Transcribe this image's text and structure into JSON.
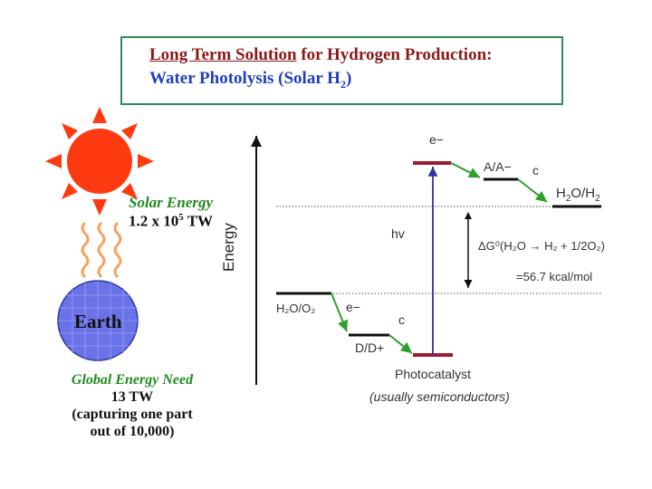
{
  "title": {
    "line1_underlined": "Long Term Solution",
    "line1_rest": " for Hydrogen Production:",
    "line2_main": "Water Photolysis (Solar H",
    "line2_sub": "2",
    "line2_end": ")"
  },
  "sun": {
    "label_line1": "Solar Energy",
    "label_line2_prefix": "1.2 x 10",
    "label_line2_exp": "5",
    "label_line2_suffix": "  TW"
  },
  "earth": {
    "label": "Earth"
  },
  "global_need": {
    "line1": "Global Energy Need",
    "line2": "13 TW",
    "line3": "(capturing one part",
    "line4": "out of 10,000)"
  },
  "diagram": {
    "axis_label": "Energy",
    "electron_top": "e−",
    "acceptor": "A/A−",
    "acceptor_note": "c",
    "h2_level_main": "H",
    "h2_level_sub": "2",
    "h2_level_mid": "O/H",
    "h2_level_sub2": "2",
    "hv": "hv",
    "dg_line1": "ΔG⁰(H₂O → H₂ + 1/2O₂)",
    "dg_line2": "=56.7 kcal/mol",
    "o2_level": "H₂O/O₂",
    "electron_bottom": "e−",
    "donor": "D/D+",
    "donor_note": "c",
    "photocatalyst": "Photocatalyst",
    "photocatalyst_note": "(usually semiconductors)"
  },
  "colors": {
    "title_red": "#8b1a1a",
    "title_blue": "#1f3fbf",
    "frame_green": "#2e8b57",
    "sun_fill": "#ff3a10",
    "earth_fill": "#6a72e8",
    "wave_orange": "#f4a460",
    "band_maroon": "#9b1b30",
    "arrow_green": "#2e9e2e",
    "arrow_blue": "#3030a0"
  }
}
